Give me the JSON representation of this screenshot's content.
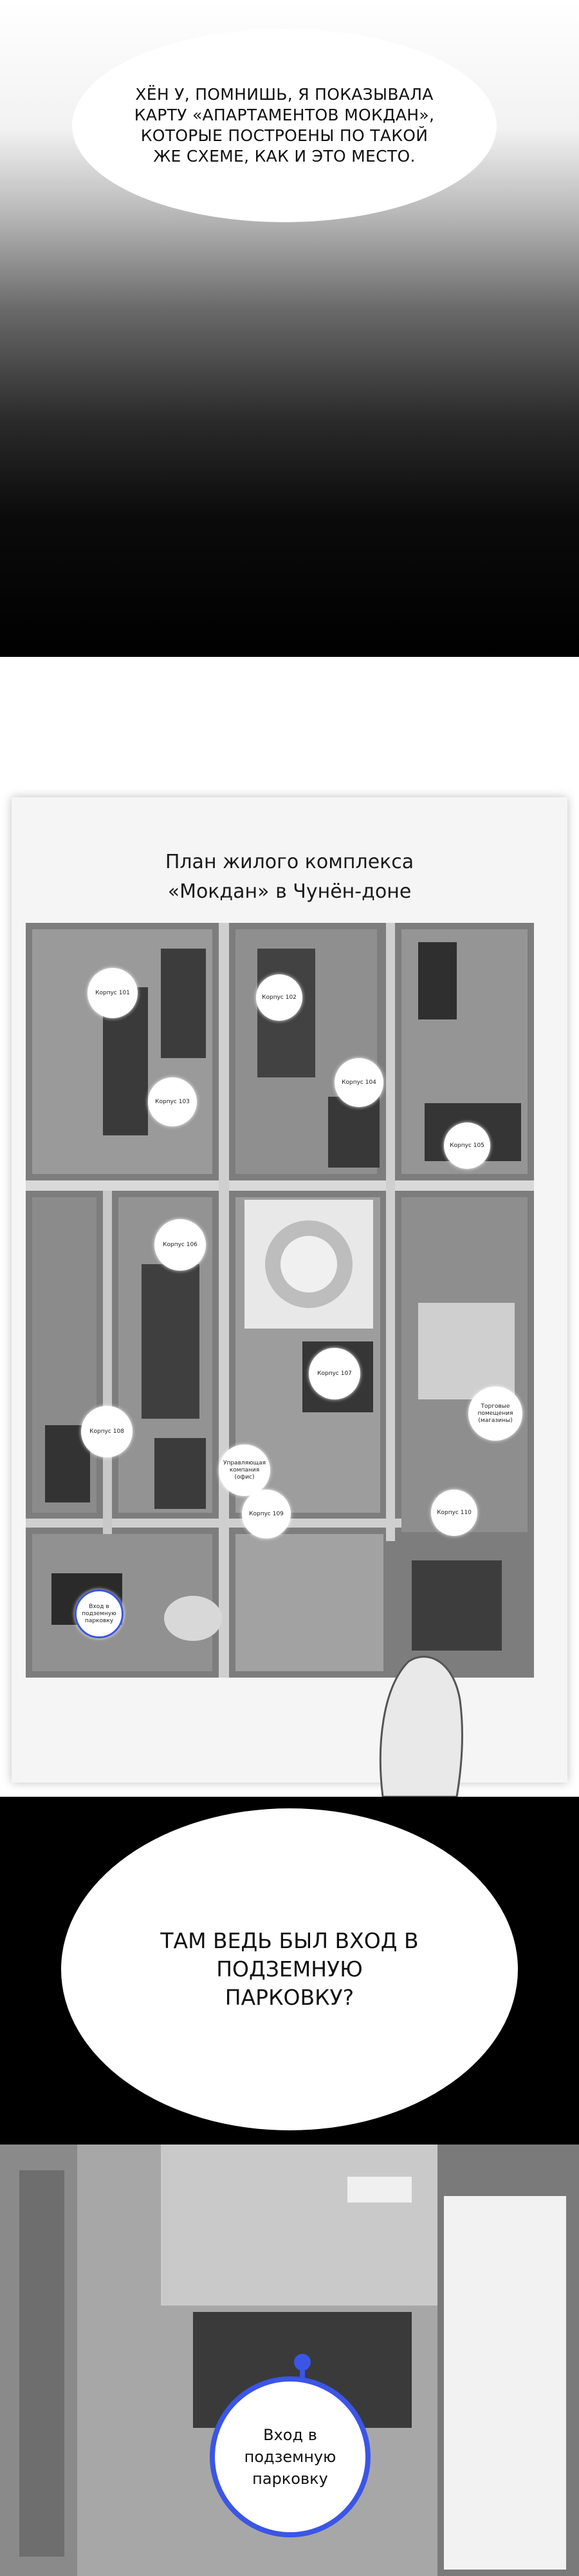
{
  "panel1": {
    "speech": "ХЁН У, ПОМНИШЬ, Я ПОКАЗЫВАЛА КАРТУ «АПАРТАМЕНТОВ МОКДАН», КОТОРЫЕ ПОСТРОЕНЫ ПО ТАКОЙ ЖЕ СХЕМЕ, КАК И ЭТО МЕСТО."
  },
  "panel2": {
    "map_title_line1": "План жилого комплекса",
    "map_title_line2": "«Мокдан» в Чунён-доне",
    "labels": {
      "b101": "Корпус 101",
      "b102": "Корпус 102",
      "b103": "Корпус 103",
      "b104": "Корпус 104",
      "b105": "Корпус 105",
      "b106": "Корпус 106",
      "b107": "Корпус 107",
      "b108": "Корпус 108",
      "b109": "Корпус 109",
      "b110": "Корпус 110",
      "mgmt": "Управляющая компания (офис)",
      "shops": "Торговые помещения (магазины)",
      "parking": "Вход в подземную парковку"
    },
    "accent_color": "#3b55e6"
  },
  "panel3": {
    "speech": "ТАМ ВЕДЬ БЫЛ ВХОД В ПОДЗЕМНУЮ ПАРКОВКУ?"
  },
  "panel4": {
    "parking_label": "Вход в подземную парковку"
  }
}
